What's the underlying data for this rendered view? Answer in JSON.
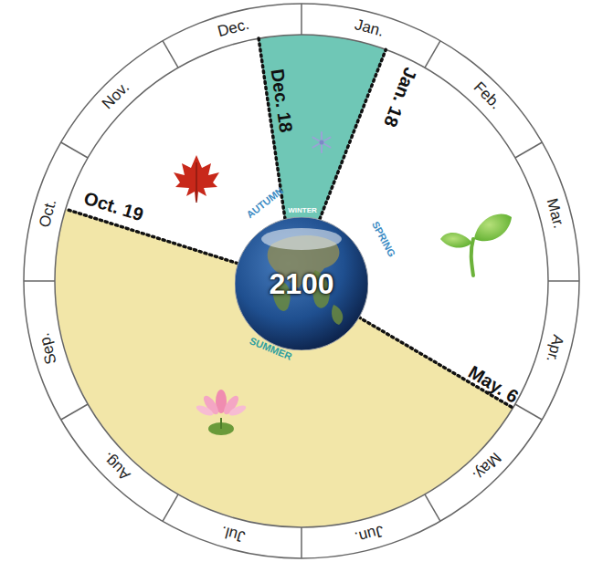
{
  "diagram": {
    "nodes": [
      {
        "text": [
          "Dec."
        ]
      },
      {
        "text": [
          "Jan."
        ]
      },
      {
        "text": [
          "Feb."
        ]
      },
      {
        "text": [
          "Mar."
        ]
      },
      {
        "text": [
          "Apr."
        ]
      },
      {
        "text": [
          "May."
        ]
      },
      {
        "text": [
          "Jun."
        ]
      },
      {
        "text": [
          "Jul."
        ]
      },
      {
        "text": [
          "Aug."
        ]
      },
      {
        "text": [
          "Sep."
        ]
      },
      {
        "text": [
          "Oct."
        ]
      },
      {
        "text": [
          "Nov."
        ]
      },
      {
        "text": [
          "2100"
        ]
      }
    ],
    "labels": [
      "Dec. 18",
      "Jan. 18",
      "Oct. 19",
      "May. 6",
      "AUTUMN",
      "WINTER",
      "SPRING",
      "SUMMER"
    ]
  }
}
